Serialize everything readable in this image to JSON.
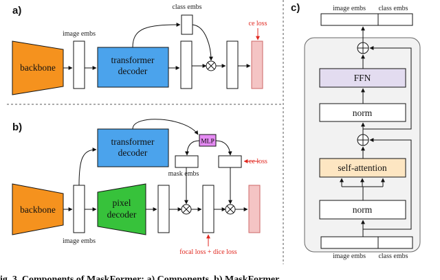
{
  "panels": {
    "a": {
      "label": "a)",
      "backbone": "backbone",
      "image_embs": "image embs",
      "transformer_decoder": [
        "transformer",
        "decoder"
      ],
      "class_embs": "class embs",
      "ce_loss": "ce loss"
    },
    "b": {
      "label": "b)",
      "backbone": "backbone",
      "image_embs": "image embs",
      "transformer_decoder": [
        "transformer",
        "decoder"
      ],
      "mlp": "MLP",
      "mask_embs": "mask embs",
      "ce_loss": "ce loss",
      "pixel_decoder": [
        "pixel",
        "decoder"
      ],
      "mask_loss": "focal loss + dice loss"
    },
    "c": {
      "label": "c)",
      "top_label_image": "image embs",
      "top_label_class": "class embs",
      "ffn": "FFN",
      "norm_top": "norm",
      "self_attention": "self-attention",
      "norm_bottom": "norm",
      "bottom_label_image": "image embs",
      "bottom_label_class": "class embs"
    }
  },
  "caption_fragment": "ig. 3. Components of MaskFormer: a) Components. b) MaskFormer",
  "colors": {
    "backbone": "#f5921e",
    "transformer": "#4ba3ec",
    "pixel_decoder": "#37c23b",
    "loss_bar": "#f4c4c4",
    "mlp": "#e58bf3",
    "ffn": "#e3dcf0",
    "self_attention": "#fde6c2",
    "block_bg": "#f2f2f2"
  }
}
